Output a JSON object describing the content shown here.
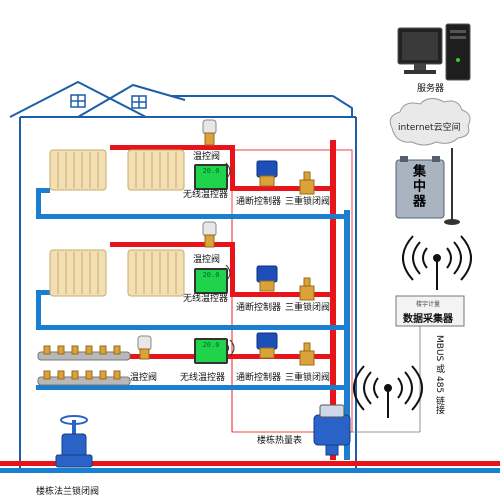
{
  "labels": {
    "server": "服务器",
    "cloud": "internet云空间",
    "concentrator": "集中器",
    "collector_title": "楼宇计量",
    "collector_main": "数据采集器",
    "bus_link": "MBUS 或 485 链接",
    "temp_valve": "温控阀",
    "wireless_thermostat": "无线温控器",
    "onoff_controller": "通断控制器",
    "triple_lock_valve": "三重锁闭阀",
    "building_heat_meter": "楼栋热量表",
    "flange_lock_valve": "楼栋法兰锁闭阀",
    "thermostat_display": "20.0"
  },
  "colors": {
    "hot_pipe": "#e8141a",
    "cold_pipe": "#1a7fd1",
    "house_outline": "#1c5fa8",
    "radiator": "#f2dfb3",
    "thermostat_screen": "#1fd44a",
    "controller_blue": "#1d4fb8",
    "valve_brass": "#d9a33a"
  }
}
